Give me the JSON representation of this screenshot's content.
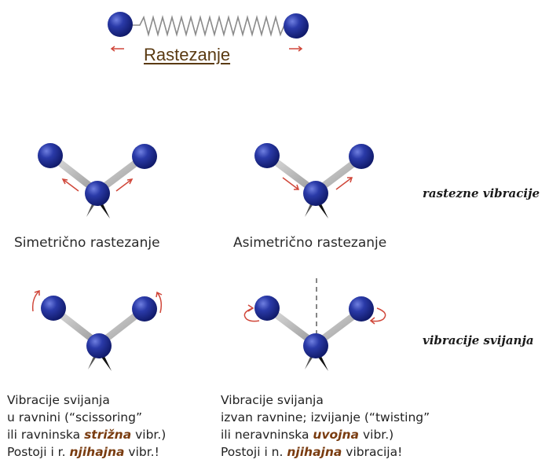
{
  "header": {
    "title": "Rastezanje"
  },
  "side_labels": {
    "stretching": "rastezne vibracije",
    "bending": "vibracije svijanja"
  },
  "captions": {
    "symmetric": "Simetrično rastezanje",
    "asymmetric": "Asimetrično rastezanje"
  },
  "left_text": {
    "line1": "Vibracije svijanja",
    "line2": "u ravnini (“scissoring”",
    "line3_pre": "ili ravninska ",
    "line3_bold": "strižna",
    "line3_post": " vibr.)",
    "line4_pre": "Postoji i r. ",
    "line4_bold": "njihajna",
    "line4_post": " vibr.!"
  },
  "right_text": {
    "line1": "Vibracije svijanja",
    "line2": "izvan ravnine; izvijanje (“twisting”",
    "line3_pre": "ili neravninska ",
    "line3_bold": "uvojna",
    "line3_post": " vibr.)",
    "line4_pre": "Postoji i n. ",
    "line4_bold": "njihajna",
    "line4_post": " vibracija!"
  },
  "colors": {
    "atom": "#1c2a8c",
    "bond": "#b9b9b9",
    "arrow": "#d0473a",
    "title": "#5a3a12"
  }
}
